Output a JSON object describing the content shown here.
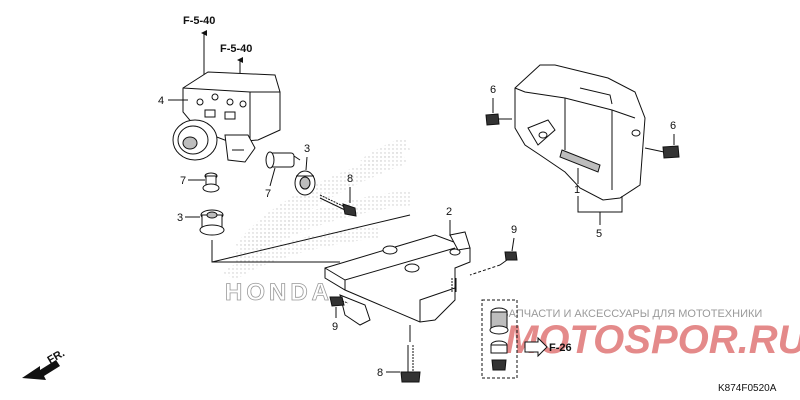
{
  "diagram": {
    "references": {
      "top": "F-5-40",
      "second": "F-5-40",
      "right": "F-26",
      "front": "FR."
    },
    "callouts": {
      "modulator": "4",
      "grommet_top": "3",
      "grommet_left": "3",
      "collar_left": "7",
      "collar_center": "7",
      "bolt_center": "8",
      "bolt_bottom": "8",
      "bracket": "2",
      "bolt_right": "9",
      "bolt_left": "9",
      "cover_bolt_left": "6",
      "cover_bolt_right": "6",
      "sponge": "1",
      "cover": "5"
    },
    "watermark": {
      "brand": "HONDA",
      "shop_text": "ЗАПЧАСТИ И АКСЕССУАРЫ ДЛЯ МОТОТЕХНИКИ",
      "shop_logo": "MOTOSPOR.RU"
    },
    "diagram_code": "K874F0520A"
  }
}
